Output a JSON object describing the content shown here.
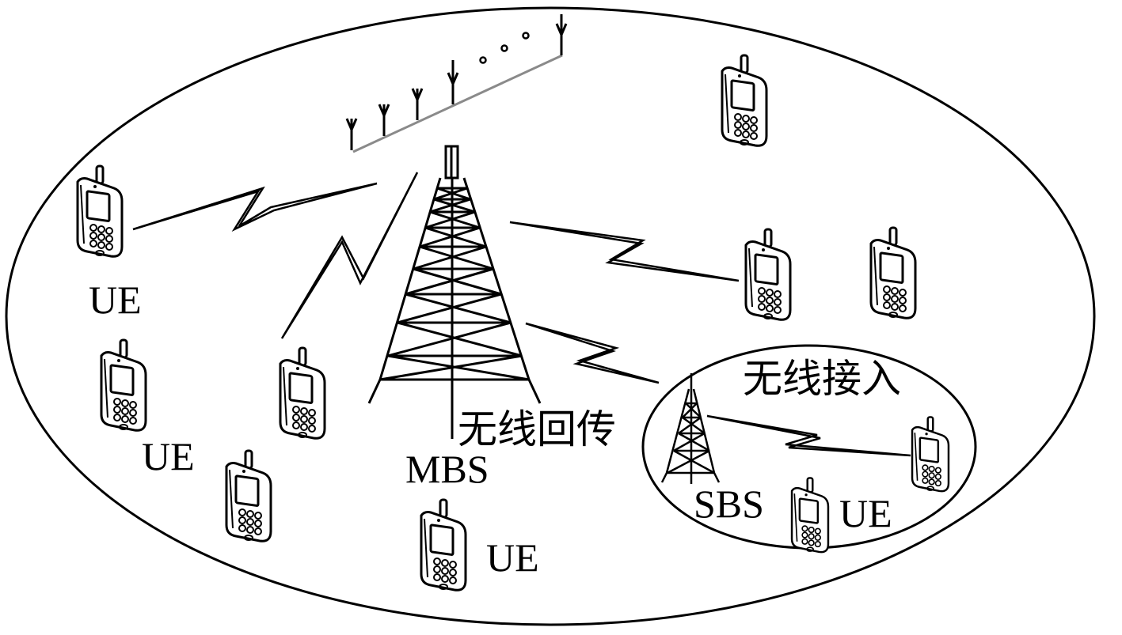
{
  "labels": {
    "ue_top_left": "UE",
    "ue_mid_left": "UE",
    "ue_bottom_center": "UE",
    "ue_small_cell": "UE",
    "mbs": "MBS",
    "sbs": "SBS",
    "wireless_backhaul": "无线回传",
    "wireless_access": "无线接入"
  },
  "colors": {
    "stroke": "#000000",
    "antenna_bar": "#8a8a8a",
    "background": "#ffffff"
  },
  "icons": {
    "macro_tower": "lattice-tower-icon",
    "small_tower": "lattice-tower-icon",
    "antenna_array": "antenna-array-icon",
    "user_equipment": "mobile-phone-icon",
    "wireless_link": "lightning-link-icon"
  }
}
